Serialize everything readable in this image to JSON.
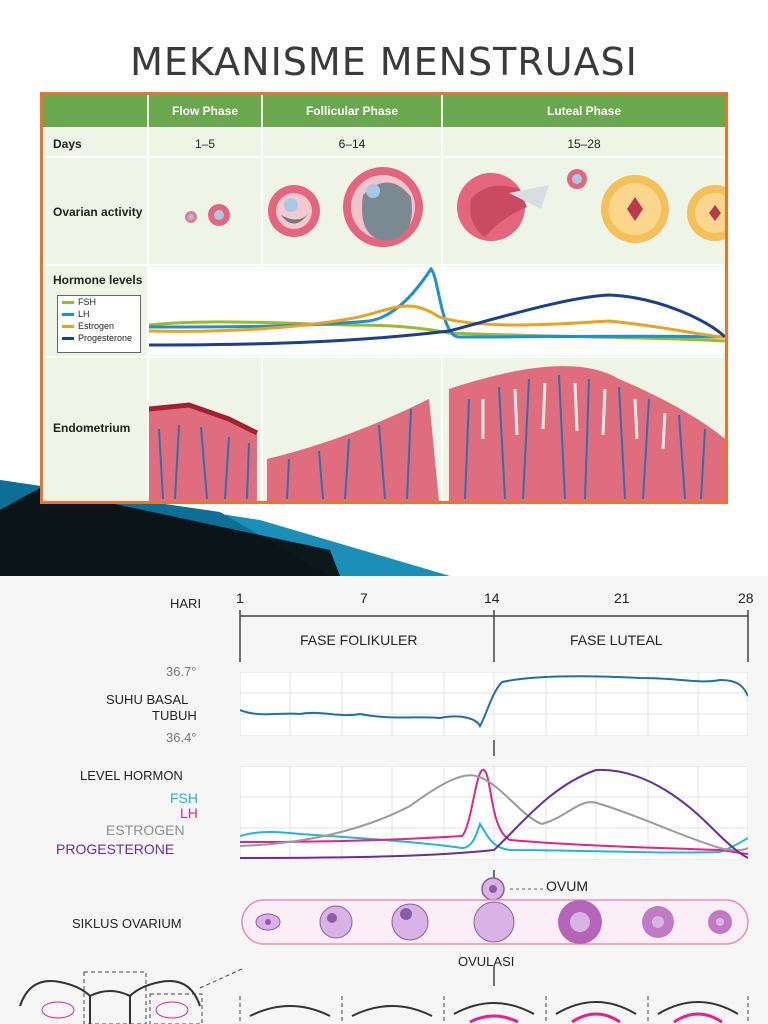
{
  "title": "MEKANISME MENSTRUASI",
  "top_panel": {
    "headers": [
      "Flow Phase",
      "Follicular Phase",
      "Luteal Phase"
    ],
    "rows": {
      "days_label": "Days",
      "days": [
        "1–5",
        "6–14",
        "15–28"
      ],
      "ovarian_label": "Ovarian activity",
      "hormone_label": "Hormone levels",
      "endometrium_label": "Endometrium"
    },
    "legend": [
      {
        "name": "FSH",
        "color": "#9bbb2a"
      },
      {
        "name": "LH",
        "color": "#1f8fd0"
      },
      {
        "name": "Estrogen",
        "color": "#e8a325"
      },
      {
        "name": "Progesterone",
        "color": "#1c3f8c"
      }
    ]
  },
  "bottom_panel": {
    "hari_label": "HARI",
    "days": [
      "1",
      "7",
      "14",
      "21",
      "28"
    ],
    "phase_labels": [
      "FASE FOLIKULER",
      "FASE LUTEAL"
    ],
    "temp_high": "36.7°",
    "temp_low": "36.4°",
    "temp_label_line1": "SUHU BASAL",
    "temp_label_line2": "TUBUH",
    "hormone_title": "LEVEL HORMON",
    "hormones": [
      {
        "name": "FSH",
        "color": "#22b5d8"
      },
      {
        "name": "LH",
        "color": "#e3228a"
      },
      {
        "name": "ESTROGEN",
        "color": "#8e8e8e"
      },
      {
        "name": "PROGESTERONE",
        "color": "#6a2c9c"
      }
    ],
    "ovum_label": "OVUM",
    "siklus_label": "SIKLUS OVARIUM",
    "ovulasi_label": "OVULASI"
  },
  "colors": {
    "header_green": "#6aa84f",
    "panel_border": "#e9742c",
    "temp_line": "#1f6fa8"
  }
}
